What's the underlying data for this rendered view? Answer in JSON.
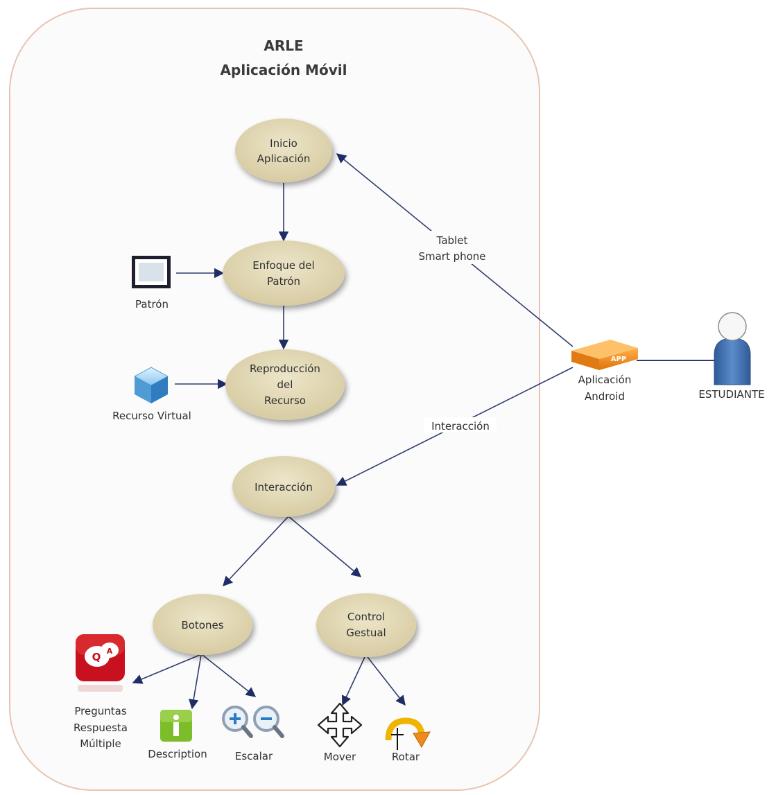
{
  "title": {
    "line1": "ARLE",
    "line2": "Aplicación Móvil"
  },
  "nodes": {
    "inicio": {
      "lines": [
        "Inicio",
        "Aplicación"
      ]
    },
    "enfoque": {
      "lines": [
        "Enfoque del",
        "Patrón"
      ]
    },
    "reproduccion": {
      "lines": [
        "Reproducción",
        "del",
        "Recurso"
      ]
    },
    "interaccion": {
      "lines": [
        "Interacción"
      ]
    },
    "botones": {
      "lines": [
        "Botones"
      ]
    },
    "control": {
      "lines": [
        "Control",
        "Gestual"
      ]
    }
  },
  "icons": {
    "patron": {
      "label": "Patrón",
      "icon": "pattern-frame-icon"
    },
    "recurso": {
      "label": "Recurso Virtual",
      "icon": "cube-icon"
    },
    "preguntas": {
      "lines": [
        "Preguntas",
        "Respuesta",
        "Múltiple"
      ],
      "icon": "qa-icon"
    },
    "description": {
      "label": "Description",
      "icon": "info-icon"
    },
    "escalar": {
      "label": "Escalar",
      "icon": "zoom-icon"
    },
    "mover": {
      "label": "Mover",
      "icon": "move-arrows-icon"
    },
    "rotar": {
      "label": "Rotar",
      "icon": "rotate-icon"
    }
  },
  "external": {
    "app": {
      "badge": "APP",
      "lines": [
        "Aplicación",
        "Android"
      ]
    },
    "student": {
      "label": "ESTUDIANTE"
    },
    "edge_tablet": {
      "lines": [
        "Tablet",
        "Smart phone"
      ]
    },
    "edge_interaccion": {
      "label": "Interacción"
    }
  },
  "colors": {
    "node_fill": "#ddd3b0",
    "boundary_stroke": "#e8c4b0",
    "arrow": "#2d3c6e",
    "app_orange": "#f08a1c",
    "student_blue": "#3c68a8"
  }
}
